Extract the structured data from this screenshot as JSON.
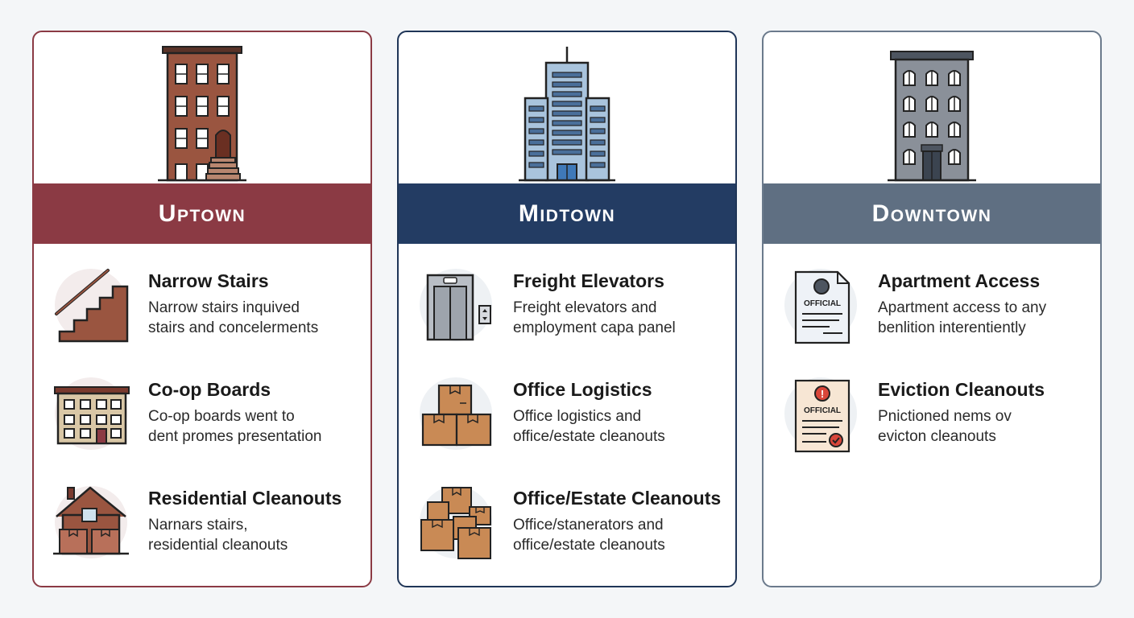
{
  "colors": {
    "uptown": "#8b3a44",
    "midtown": "#233c63",
    "downtown": "#5f6f82",
    "brick": "#9a5540",
    "box": "#c98a55",
    "gray_building": "#8a9099"
  },
  "columns": [
    {
      "title": "Uptown",
      "building_icon": "brownstone-icon",
      "items": [
        {
          "icon": "stairs-icon",
          "title": "Narrow Stairs",
          "desc": [
            "Narrow stairs inquived",
            "stairs and concelerments"
          ]
        },
        {
          "icon": "apartment-building-icon",
          "title": "Co-op Boards",
          "desc": [
            "Co-op boards went to",
            "dent promes presentation"
          ]
        },
        {
          "icon": "house-boxes-icon",
          "title": "Residential Cleanouts",
          "desc": [
            "Narnars stairs,",
            "residential cleanouts"
          ]
        }
      ]
    },
    {
      "title": "Midtown",
      "building_icon": "skyscraper-icon",
      "items": [
        {
          "icon": "freight-elevator-icon",
          "title": "Freight Elevators",
          "desc": [
            "Freight elevators and",
            "employment capa panel"
          ]
        },
        {
          "icon": "stacked-boxes-icon",
          "title": "Office Logistics",
          "desc": [
            "Office logistics and",
            "office/estate cleanouts"
          ]
        },
        {
          "icon": "box-pile-icon",
          "title": "Office/Estate Cleanouts",
          "desc": [
            "Office/stanerators and",
            "office/estate cleanouts"
          ]
        }
      ]
    },
    {
      "title": "Downtown",
      "building_icon": "gray-building-icon",
      "items": [
        {
          "icon": "official-document-icon",
          "doc_label": "OFFICIAL",
          "title": "Apartment Access",
          "desc": [
            "Apartment access to any",
            "benlition interentiently"
          ]
        },
        {
          "icon": "eviction-notice-icon",
          "doc_label": "OFFICIAL",
          "title": "Eviction Cleanouts",
          "desc": [
            "Pnictioned nems ov",
            "evicton cleanouts"
          ]
        }
      ]
    }
  ]
}
